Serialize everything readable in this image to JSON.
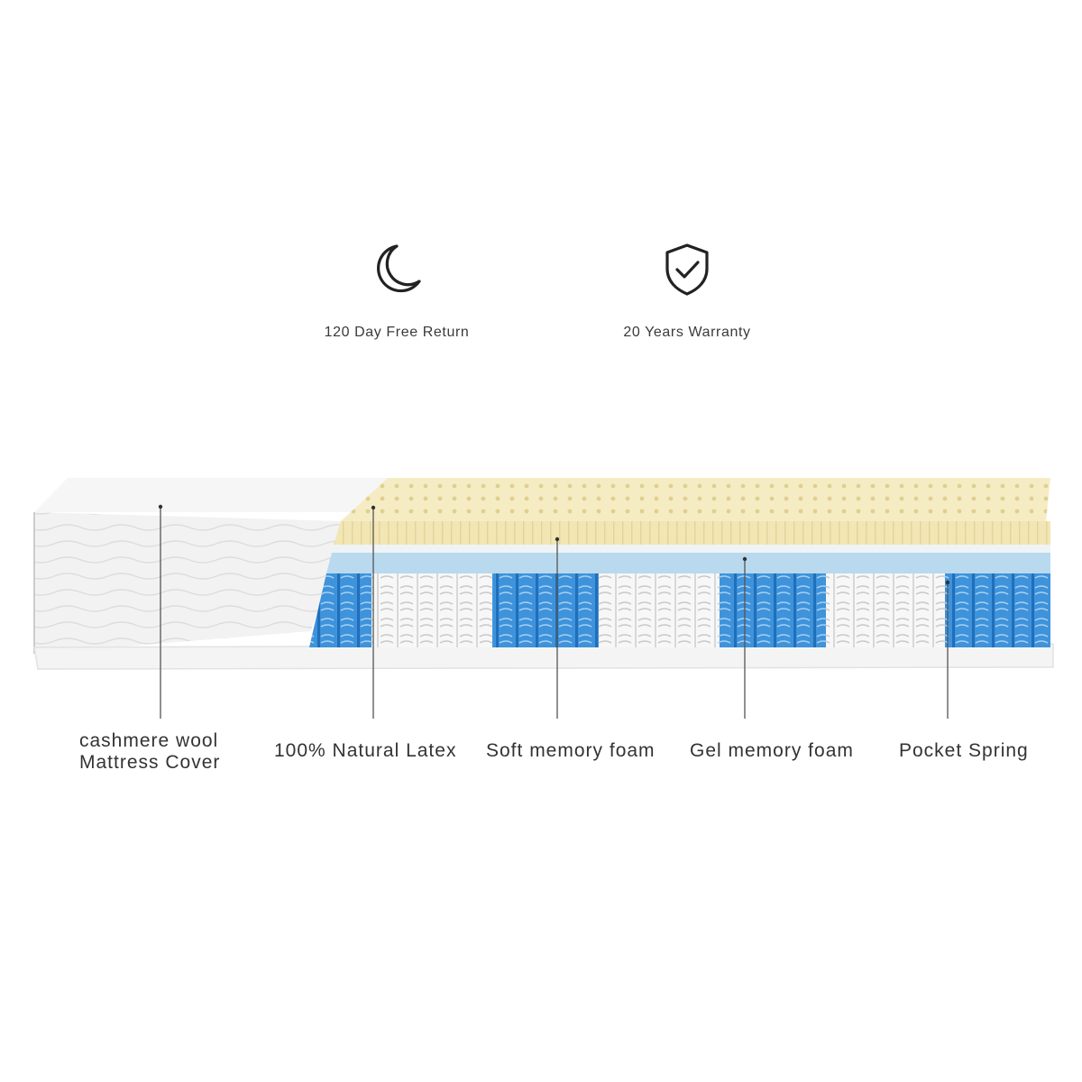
{
  "features": [
    {
      "icon": "moon-icon",
      "label": "120 Day Free Return"
    },
    {
      "icon": "shield-check-icon",
      "label": "20 Years Warranty"
    }
  ],
  "layers": {
    "cover": {
      "line1": "cashmere wool",
      "line2": "Mattress Cover"
    },
    "latex": "100% Natural Latex",
    "soft_foam": "Soft memory foam",
    "gel_foam": "Gel memory foam",
    "spring": "Pocket Spring"
  },
  "colors": {
    "latex": "#f6ecc4",
    "soft_foam": "#eef3f6",
    "gel_foam": "#b9d9ee",
    "spring_blue": "#3e93db",
    "spring_white": "#f7f7f7",
    "cover": "#f3f3f3"
  }
}
